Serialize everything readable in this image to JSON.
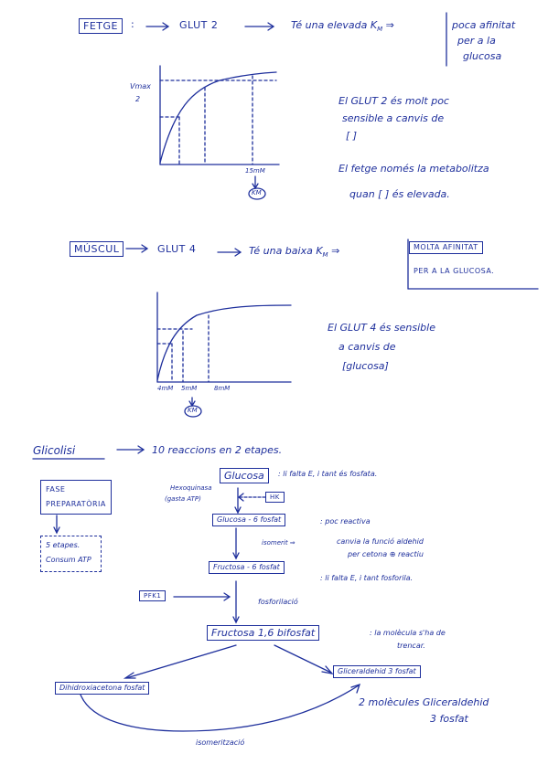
{
  "colors": {
    "ink": "#1e2f9c",
    "paper": "#ffffff"
  },
  "fetge": {
    "label": "FETGE",
    "transporter": "GLUT 2",
    "km_text": "Té una elevada K",
    "km_sub": "M",
    "affinity": [
      "poca afinitat",
      "per a la",
      "glucosa"
    ],
    "graph_ylabel": "Vmax",
    "graph_ylabel_den": "2",
    "graph_xtick": "15mM",
    "graph_km": "KM",
    "note1": [
      "El GLUT 2 és molt poc",
      "sensible a canvis de",
      "[ ]"
    ],
    "note2": [
      "El fetge només la metabolitza",
      "quan [ ] és elevada."
    ]
  },
  "muscul": {
    "label": "MÚSCUL",
    "transporter": "GLUT 4",
    "km_text": "Té una baixa K",
    "km_sub": "M",
    "affinity": [
      "MOLTA AFINITAT",
      "PER A LA GLUCOSA."
    ],
    "graph_xticks": [
      "4mM",
      "5mM",
      "8mM"
    ],
    "graph_km": "KM",
    "note": [
      "El GLUT 4 és sensible",
      "a canvis de",
      "[glucosa]"
    ]
  },
  "glicolisi": {
    "title": "Glicolisi",
    "intro": "10 reaccions en 2 etapes.",
    "fase": [
      "FASE",
      "PREPARATÒRIA"
    ],
    "etapes": [
      "5 etapes.",
      "Consum ATP"
    ],
    "hexo_label": [
      "Hexoquinasa",
      "(gasta ATP)"
    ],
    "hk": "HK",
    "glucosa": "Glucosa",
    "glucosa_note": ": li falta E, i tant és fosfata.",
    "g6p": "Glucosa - 6 fosfat",
    "g6p_note": ": poc reactiva",
    "isomeritz": "isomerit ⇒",
    "isomeritz_note": [
      "canvia la funció aldehid",
      "per cetona ⊕ reactiu"
    ],
    "f6p": "Fructosa - 6 fosfat",
    "f6p_note": ": li falta E, i tant fosforila.",
    "pfk1": "PFK1",
    "fosforilacio": "fosforilació",
    "f16bp": "Fructosa 1,6 bifosfat",
    "f16bp_note": [
      ": la molècula s'ha de",
      "trencar."
    ],
    "dhap": "Dihidroxiacetona fosfat",
    "gap": "Gliceraldehid 3 fosfat",
    "result": [
      "2 molècules Gliceraldehid",
      "3 fosfat"
    ],
    "isomeritzacio": "isomerització"
  }
}
